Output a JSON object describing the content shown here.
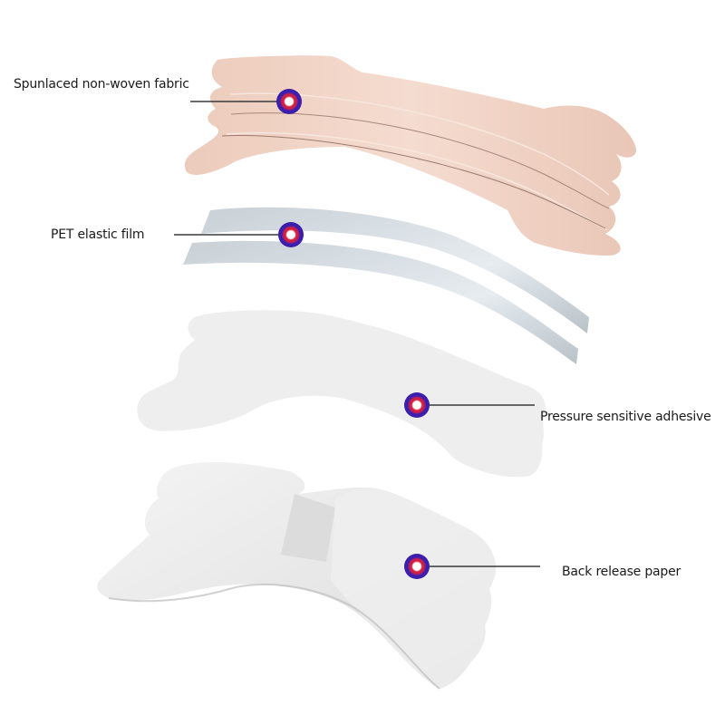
{
  "diagram": {
    "type": "exploded-layer-diagram",
    "subject": "nasal strip layers",
    "marker_colors": {
      "outer": "#3d1fb0",
      "ring": "#d8203a",
      "center": "#ffffff"
    },
    "leader_color": "#3a3a3a",
    "layers": [
      {
        "id": "fabric",
        "label": "Spunlaced non-woven fabric",
        "color": "#efcfc0"
      },
      {
        "id": "film",
        "label": "PET elastic film",
        "color": "#d5dde2"
      },
      {
        "id": "adhesive",
        "label": "Pressure sensitive adhesive",
        "color": "#eeeeee"
      },
      {
        "id": "paper",
        "label": "Back release paper",
        "color": "#e8e8e8"
      }
    ]
  }
}
